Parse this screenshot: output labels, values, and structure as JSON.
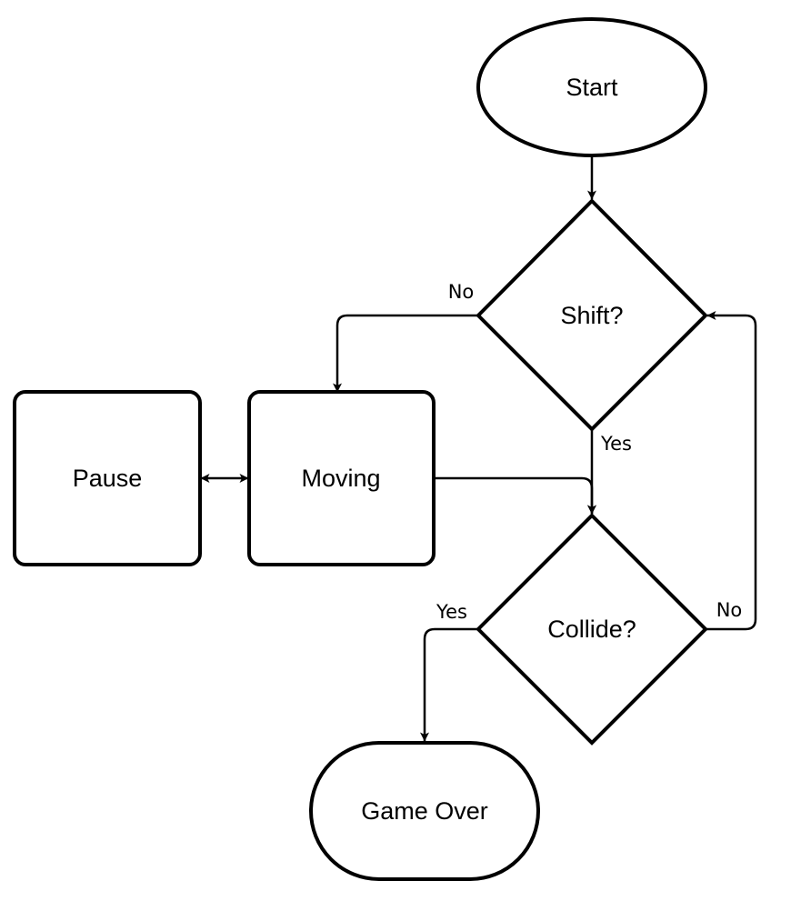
{
  "nodes": {
    "start": {
      "label": "Start"
    },
    "shift": {
      "label": "Shift?"
    },
    "pause": {
      "label": "Pause"
    },
    "moving": {
      "label": "Moving"
    },
    "collide": {
      "label": "Collide?"
    },
    "game_over": {
      "label": "Game Over"
    }
  },
  "edges": {
    "shift_no": {
      "label": "No"
    },
    "shift_yes": {
      "label": "Yes"
    },
    "collide_yes": {
      "label": "Yes"
    },
    "collide_no": {
      "label": "No"
    }
  },
  "colors": {
    "stroke": "#000000",
    "fill": "#ffffff",
    "background": "#ffffff"
  }
}
